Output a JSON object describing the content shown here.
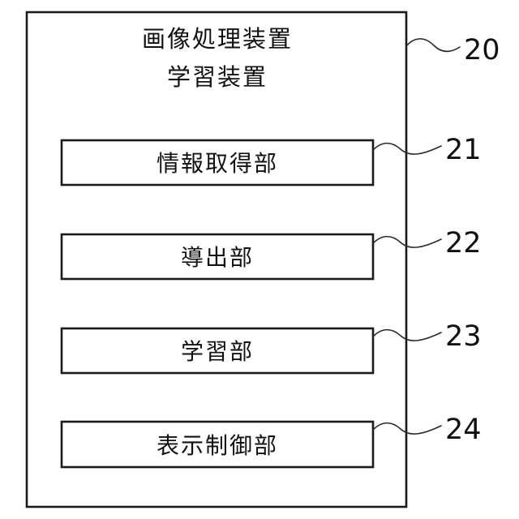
{
  "figure": {
    "device": {
      "title_line1": "画像処理装置",
      "title_line2": "学習装置",
      "ref": "20"
    },
    "blocks": [
      {
        "label": "情報取得部",
        "ref": "21"
      },
      {
        "label": "導出部",
        "ref": "22"
      },
      {
        "label": "学習部",
        "ref": "23"
      },
      {
        "label": "表示制御部",
        "ref": "24"
      }
    ],
    "colors": {
      "line": "#1a1a1a",
      "background": "#ffffff",
      "text": "#111111"
    }
  }
}
